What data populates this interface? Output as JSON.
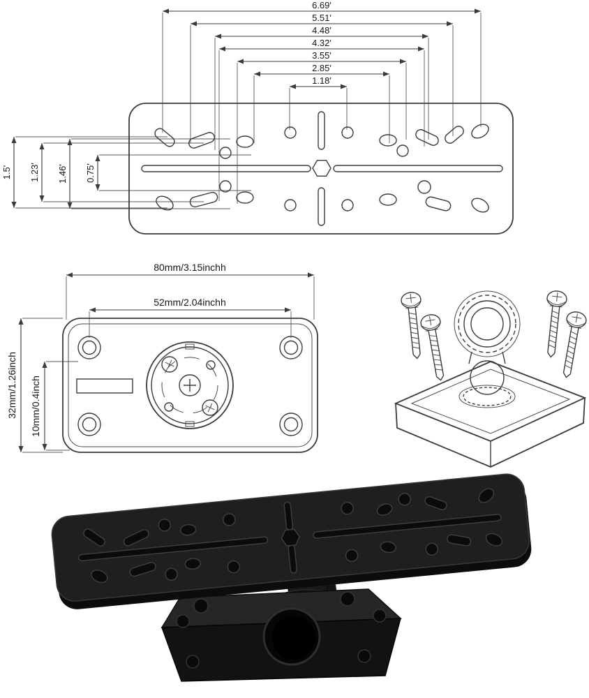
{
  "diagram": {
    "type": "product-dimension-diagram",
    "subject": "fish-finder-mounting-plate-with-swivel-base",
    "top_view": {
      "horizontal_dims": [
        "6.69'",
        "5.51'",
        "4.48'",
        "4.32'",
        "3.55'",
        "2.85'",
        "1.18'"
      ],
      "vertical_dims": [
        "1.5'",
        "1.23'",
        "1.46'",
        "0.75'"
      ]
    },
    "front_view": {
      "outer_width": "80mm/3.15inchh",
      "inner_width": "52mm/2.04inchh",
      "outer_height": "32mm/1.26inch",
      "hole_offset": "10mm/0.4inch"
    },
    "colors": {
      "line": "#3a3a3a",
      "text": "#161616",
      "render_body": "#1f1f1f",
      "render_dark": "#0b0b0b",
      "background": "#ffffff"
    }
  }
}
